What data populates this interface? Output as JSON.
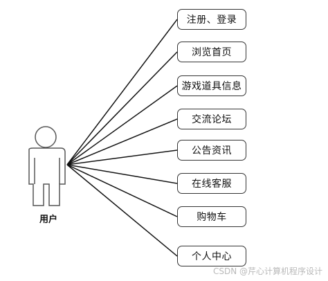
{
  "diagram": {
    "actor": {
      "label": "用户",
      "icon": "person-icon"
    },
    "use_cases": [
      {
        "label": "注册、登录"
      },
      {
        "label": "浏览首页"
      },
      {
        "label": "游戏道具信息"
      },
      {
        "label": "交流论坛"
      },
      {
        "label": "公告资讯"
      },
      {
        "label": "在线客服"
      },
      {
        "label": "购物车"
      },
      {
        "label": "个人中心"
      }
    ],
    "watermark": "CSDN @芹心计算机程序设计"
  }
}
